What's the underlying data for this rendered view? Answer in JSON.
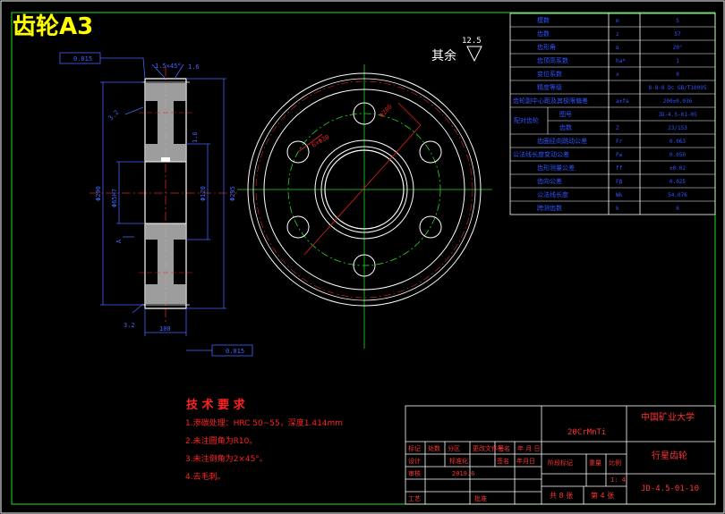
{
  "sheet": {
    "title": "齿轮A3",
    "roughness_label": "其余",
    "roughness_value": "12.5"
  },
  "gear_params": [
    {
      "name": "模数",
      "sym": "m",
      "val": "5"
    },
    {
      "name": "齿数",
      "sym": "z",
      "val": "57"
    },
    {
      "name": "齿形角",
      "sym": "α",
      "val": "20°"
    },
    {
      "name": "齿顶高系数",
      "sym": "ha*",
      "val": "1"
    },
    {
      "name": "变位系数",
      "sym": "x",
      "val": "0"
    },
    {
      "name": "精度等级",
      "sym": "",
      "val": "8-8-8 Dc GB/T10095"
    },
    {
      "name": "齿轮副中心距及其极限偏差",
      "sym": "a±fa",
      "val": "200±0.036"
    },
    {
      "name": "配对齿轮",
      "sub": "图号",
      "sym": "",
      "val": "JD-4.5-01-05"
    },
    {
      "name": "",
      "sub": "齿数",
      "sym": "Z",
      "val": "23/153"
    },
    {
      "name": "齿圈径向跳动公差",
      "sym": "Fr",
      "val": "0.063"
    },
    {
      "name": "公法线长度变动公差",
      "sym": "Fw",
      "val": "0.050"
    },
    {
      "name": "齿形测量公差",
      "sym": "ff",
      "val": "±0.02"
    },
    {
      "name": "齿向公差",
      "sym": "Fβ",
      "val": "0.025"
    },
    {
      "name": "公法线长度",
      "sym": "Wk",
      "val": "54.076"
    },
    {
      "name": "跨测齿数",
      "sym": "k",
      "val": "6"
    }
  ],
  "dims": {
    "tol_top": "0.015",
    "tol_bot": "0.015",
    "chamfer_top": "1.5×45°",
    "chamfer_r": "1.6",
    "od_left": "Φ290",
    "bore_left": "Φ65H7",
    "hub": "Φ120",
    "od_right": "Φ295",
    "pitch_circle": "Φ200",
    "hole_label": "6×Φ30",
    "width": "100",
    "datum": "A",
    "r_small": "3.2",
    "r_mid": "1.6",
    "r_bot": "3.2"
  },
  "notes": {
    "heading": "技 术 要 求",
    "items": [
      "1.渗碳处理：HRC 50~55，深度1.414mm",
      "2.未注圆角为R10。",
      "3.未注倒角为2×45°。",
      "4.去毛刺。"
    ]
  },
  "title_block": {
    "material": "20CrMnTi",
    "school": "中国矿业大学",
    "part_name": "行星齿轮",
    "drawing_no": "JD-4.5-01-10",
    "header_cells": [
      "标记",
      "处数",
      "分区",
      "更改文件号",
      "签名",
      "年 月 日"
    ],
    "row2": [
      "设计",
      "",
      "标准化",
      "",
      "签名",
      "年月日"
    ],
    "row3_label": "审核",
    "row3_val": "2019.6",
    "row4_label": "工艺",
    "row4_right": "批准",
    "stage_labels": [
      "阶段标记",
      "重量",
      "比例"
    ],
    "scale": "1: 4",
    "sheets_total": "共 8 张",
    "sheet_no": "第 4 张"
  }
}
